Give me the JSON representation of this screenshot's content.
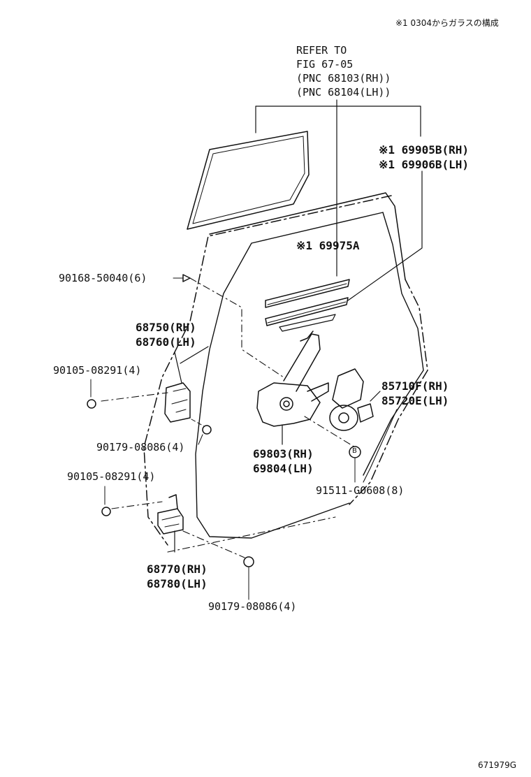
{
  "header_note": "※1 0304からガラスの構成",
  "refer": {
    "line1": "REFER TO",
    "line2": "FIG 67-05",
    "line3": "(PNC 68103(RH))",
    "line4": "(PNC 68104(LH))"
  },
  "parts": {
    "channel_rh": "※1 69905B(RH)",
    "channel_lh": "※1 69906B(LH)",
    "glass_run": "※1 69975A",
    "screw_top": "90168-50040(6)",
    "upper_hinge_rh": "68750(RH)",
    "upper_hinge_lh": "68760(LH)",
    "bolt_upper": "90105-08291(4)",
    "nut_upper": "90179-08086(4)",
    "bolt_lower": "90105-08291(4)",
    "lower_hinge_rh": "68770(RH)",
    "lower_hinge_lh": "68780(LH)",
    "nut_lower": "90179-08086(4)",
    "regulator_rh": "69803(RH)",
    "regulator_lh": "69804(LH)",
    "motor_rh": "85710F(RH)",
    "motor_lh": "85720E(LH)",
    "bolt_regulator": "91511-G0608(8)",
    "marker_b": "B"
  },
  "figure_code": "671979G",
  "colors": {
    "ink": "#111111",
    "background": "#ffffff"
  }
}
